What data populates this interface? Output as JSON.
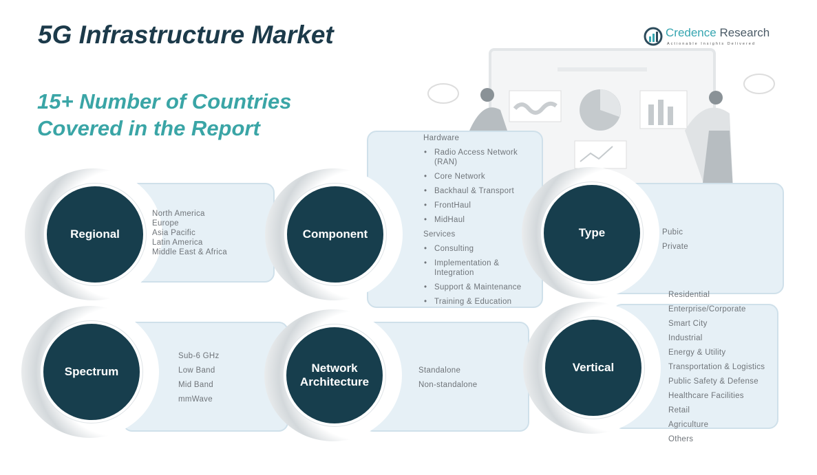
{
  "title": "5G Infrastructure Market",
  "subtitle_line1": "15+ Number of Countries",
  "subtitle_line2": "Covered in the Report",
  "logo": {
    "name_a": "Credence",
    "name_b": " Research",
    "tagline": "Actionable Insights Delivered"
  },
  "segments": {
    "regional": {
      "label": "Regional",
      "items": [
        "North America",
        "Europe",
        "Asia Pacific",
        "Latin America",
        "Middle East & Africa"
      ]
    },
    "component": {
      "label": "Component",
      "hardware": "Hardware",
      "hardware_items": [
        "Radio Access Network (RAN)",
        "Core Network",
        "Backhaul & Transport",
        "FrontHaul",
        "MidHaul"
      ],
      "services": "Services",
      "services_items": [
        "Consulting",
        "Implementation & Integration",
        "Support & Maintenance",
        "Training & Education"
      ]
    },
    "type": {
      "label": "Type",
      "items": [
        "Pubic",
        "Private"
      ]
    },
    "spectrum": {
      "label": "Spectrum",
      "items": [
        "Sub-6 GHz",
        "Low Band",
        "Mid Band",
        "mmWave"
      ]
    },
    "network": {
      "label1": "Network",
      "label2": "Architecture",
      "items": [
        "Standalone",
        "Non-standalone"
      ]
    },
    "vertical": {
      "label": "Vertical",
      "items": [
        "Residential",
        "Enterprise/Corporate",
        "Smart City",
        "Industrial",
        "Energy & Utility",
        "Transportation & Logistics",
        "Public Safety & Defense",
        "Healthcare Facilities",
        "Retail",
        "Agriculture",
        "Others"
      ]
    }
  }
}
